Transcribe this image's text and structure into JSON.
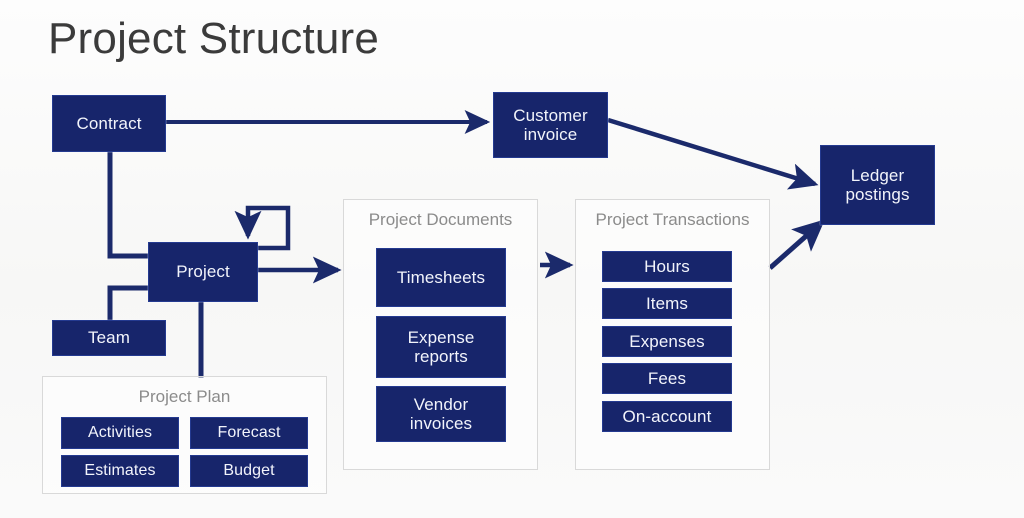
{
  "page": {
    "title": "Project Structure",
    "accent_color": "#17256b",
    "connector_color": "#1b2a6b",
    "group_border_color": "#d9d9d9",
    "group_label_color": "#8b8b8b",
    "background_color": "#fbfbfb"
  },
  "nodes": {
    "contract": "Contract",
    "customer_invoice": "Customer\ninvoice",
    "ledger_postings": "Ledger\npostings",
    "project": "Project",
    "team": "Team"
  },
  "groups": {
    "project_plan": {
      "title": "Project Plan",
      "items": [
        "Activities",
        "Forecast",
        "Estimates",
        "Budget"
      ]
    },
    "project_documents": {
      "title": "Project Documents",
      "items": [
        "Timesheets",
        "Expense\nreports",
        "Vendor\ninvoices"
      ]
    },
    "project_transactions": {
      "title": "Project Transactions",
      "items": [
        "Hours",
        "Items",
        "Expenses",
        "Fees",
        "On-account"
      ]
    }
  },
  "connectors": [
    {
      "name": "contract-to-customer-invoice",
      "from": "Contract",
      "to": "Customer invoice",
      "style": "arrow"
    },
    {
      "name": "contract-to-project",
      "from": "Contract",
      "to": "Project",
      "style": "line"
    },
    {
      "name": "team-to-project",
      "from": "Team",
      "to": "Project",
      "style": "line"
    },
    {
      "name": "project-self-loop",
      "from": "Project",
      "to": "Project",
      "style": "arrow"
    },
    {
      "name": "project-to-project-plan",
      "from": "Project",
      "to": "Project Plan",
      "style": "line"
    },
    {
      "name": "project-to-project-documents",
      "from": "Project",
      "to": "Project Documents",
      "style": "arrow"
    },
    {
      "name": "project-documents-to-project-transactions",
      "from": "Project Documents",
      "to": "Project Transactions",
      "style": "arrow"
    },
    {
      "name": "project-transactions-to-ledger-postings",
      "from": "Project Transactions",
      "to": "Ledger postings",
      "style": "arrow"
    },
    {
      "name": "customer-invoice-to-ledger-postings",
      "from": "Customer invoice",
      "to": "Ledger postings",
      "style": "arrow"
    }
  ]
}
